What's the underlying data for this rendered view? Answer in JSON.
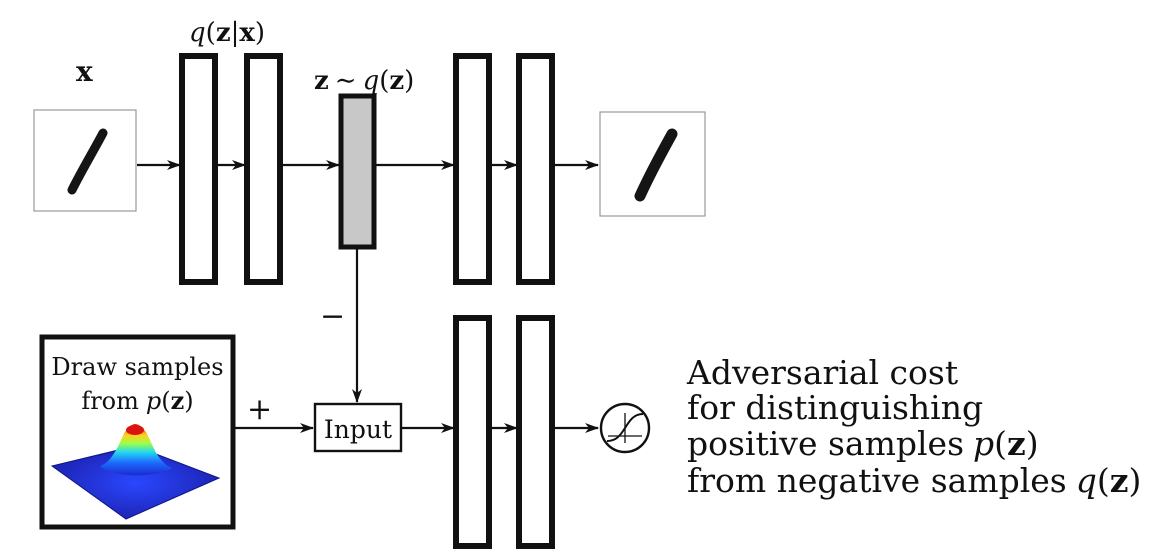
{
  "labels": {
    "input_x": "x",
    "encoder_q": "q",
    "encoder_z": "z",
    "encoder_bar": "|",
    "encoder_x": "x",
    "latent_z": "z",
    "latent_tilde": "∼",
    "latent_q": "q",
    "latent_arg": "z",
    "minus": "−",
    "plus": "+",
    "input_box": "Input",
    "draw_line1": "Draw samples",
    "draw_from": "from",
    "draw_p": "p",
    "draw_arg": "z"
  },
  "cost": {
    "line1": "Adversarial cost",
    "line2": "for distinguishing",
    "line3_text": "positive samples",
    "line3_p": "p",
    "line3_arg": "z",
    "line4_text": "from negative samples",
    "line4_q": "q",
    "line4_arg": "z"
  },
  "colors": {
    "stroke": "#111111",
    "latent_fill": "#c8c8c8",
    "digit": "#151515"
  },
  "icons": {
    "digit_input": "handwritten-digit-one-image",
    "digit_output": "reconstructed-digit-one-image",
    "prior_surface": "gaussian-3d-surface-plot",
    "sigmoid": "sigmoid-activation-icon"
  }
}
